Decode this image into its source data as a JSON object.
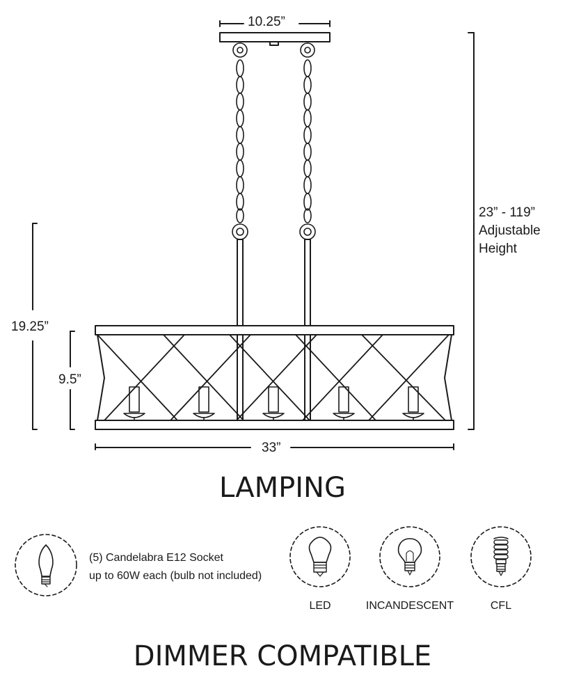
{
  "dimensions": {
    "canopy_width": "10.25”",
    "adjustable_range": "23” - 119”",
    "adjustable_word": "Adjustable",
    "height_word": "Height",
    "overall_height": "19.25”",
    "shade_height": "9.5”",
    "body_width": "33”"
  },
  "lamping": {
    "heading": "LAMPING",
    "socket_line1": "(5) Candelabra E12 Socket",
    "socket_line2": "up to 60W each (bulb not included)",
    "bulb_types": [
      {
        "label": "LED",
        "icon": "led-bulb-icon"
      },
      {
        "label": "INCANDESCENT",
        "icon": "incandescent-bulb-icon"
      },
      {
        "label": "CFL",
        "icon": "cfl-bulb-icon"
      }
    ]
  },
  "footer": {
    "dimmer": "DIMMER COMPATIBLE"
  },
  "colors": {
    "line": "#1a1a1a"
  }
}
